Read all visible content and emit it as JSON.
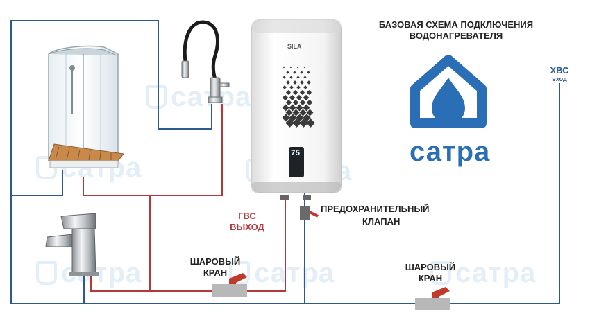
{
  "diagram": {
    "title_line1": "БАЗОВАЯ СХЕМА ПОДКЛЮЧЕНИЯ",
    "title_line2": "ВОДОНАГРЕВАТЕЛЯ",
    "cold_in_label": "ХВС",
    "cold_in_sub": "вход",
    "hot_out_line1": "ГВС",
    "hot_out_line2": "ВЫХОД",
    "safety_valve_line1": "ПРЕДОХРАНИТЕЛЬНЫЙ",
    "safety_valve_line2": "КЛАПАН",
    "ball_valve_left_line1": "ШАРОВЫЙ",
    "ball_valve_left_line2": "КРАН",
    "ball_valve_right_line1": "ШАРОВЫЙ",
    "ball_valve_right_line2": "КРАН"
  },
  "heater": {
    "brand": "SILA",
    "display": "75"
  },
  "logo": {
    "text": "сатра"
  },
  "watermark_text": "сатра",
  "colors": {
    "cold_pipe": "#2c5a8f",
    "hot_pipe": "#b23a38",
    "cold_label": "#2c5a8f",
    "hot_label": "#b23a38",
    "logo_blue": "#2a6fb5",
    "valve_body": "#b8b8b8",
    "valve_handle": "#c0392b"
  }
}
